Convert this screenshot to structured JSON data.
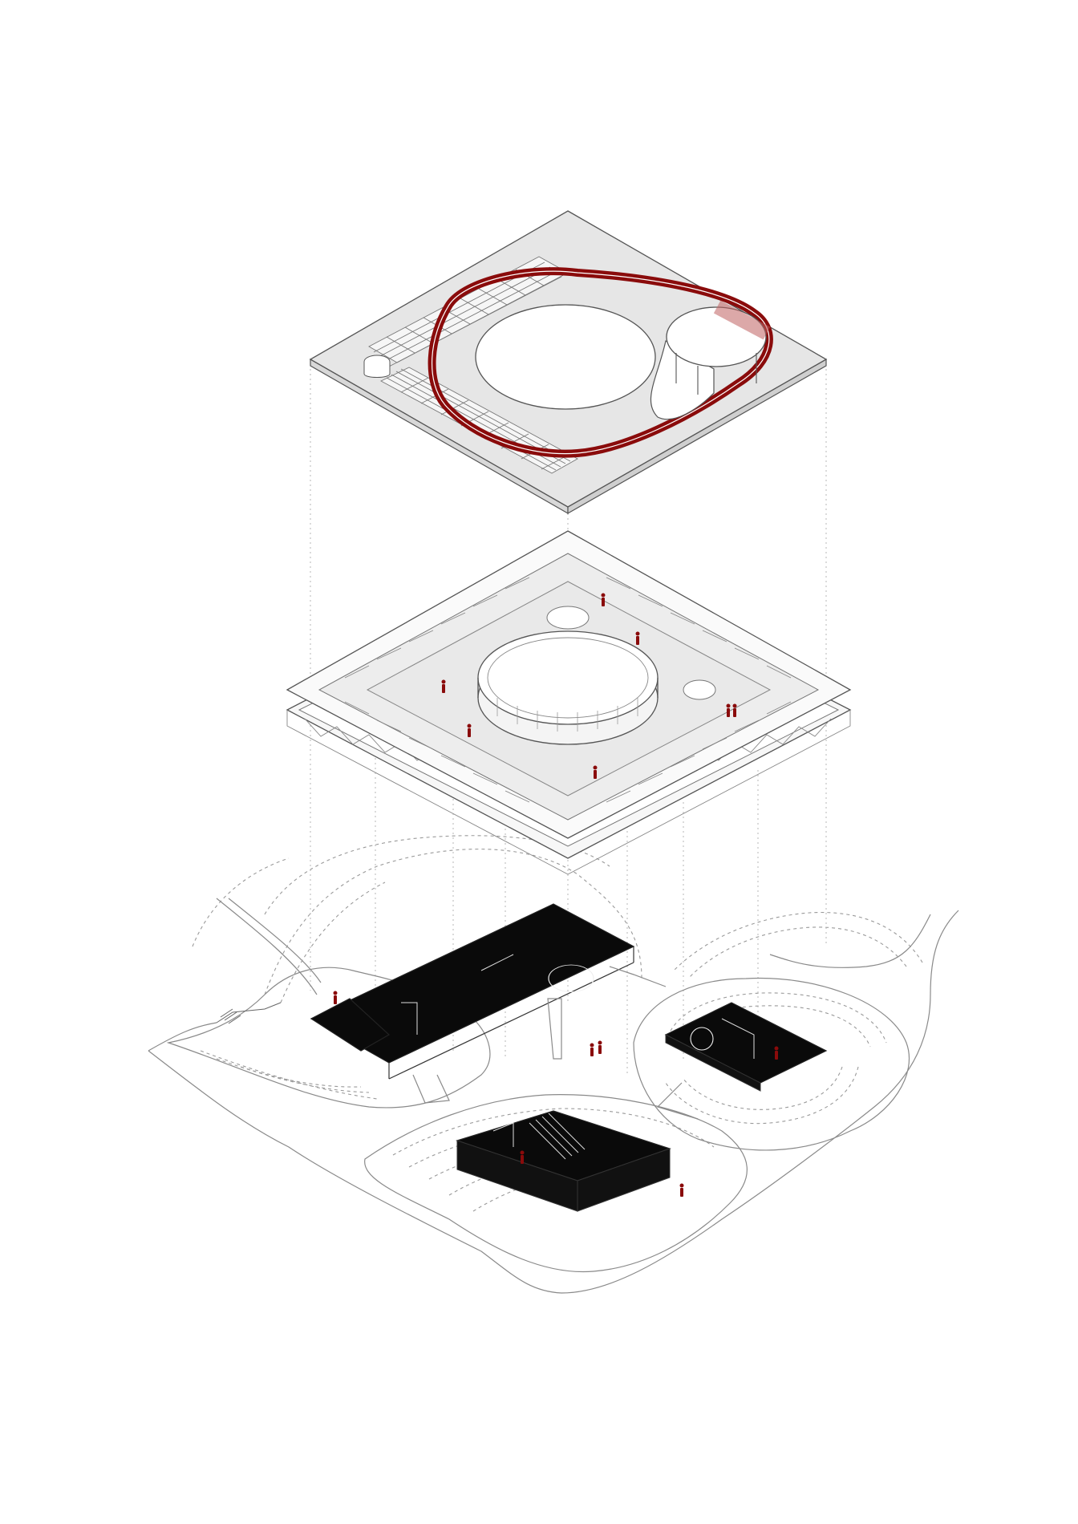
{
  "diagram": {
    "type": "exploded-axonometric",
    "layers": [
      {
        "name": "roof-layer"
      },
      {
        "name": "upper-floor-frame-layer"
      },
      {
        "name": "ground-level-landscape-layer"
      }
    ]
  },
  "colors": {
    "background": "#ffffff",
    "line": "#555555",
    "roof_fill": "#e6e6e6",
    "floor_fill": "#ececec",
    "glass_fill": "#f4f4f4",
    "accent_track": "#8a0b0b",
    "solid_volume": "#0a0a0a",
    "people": "#8a0b0b"
  },
  "icons": [
    "person-figure-icon",
    "staircase-icon",
    "circular-courtyard-icon"
  ]
}
